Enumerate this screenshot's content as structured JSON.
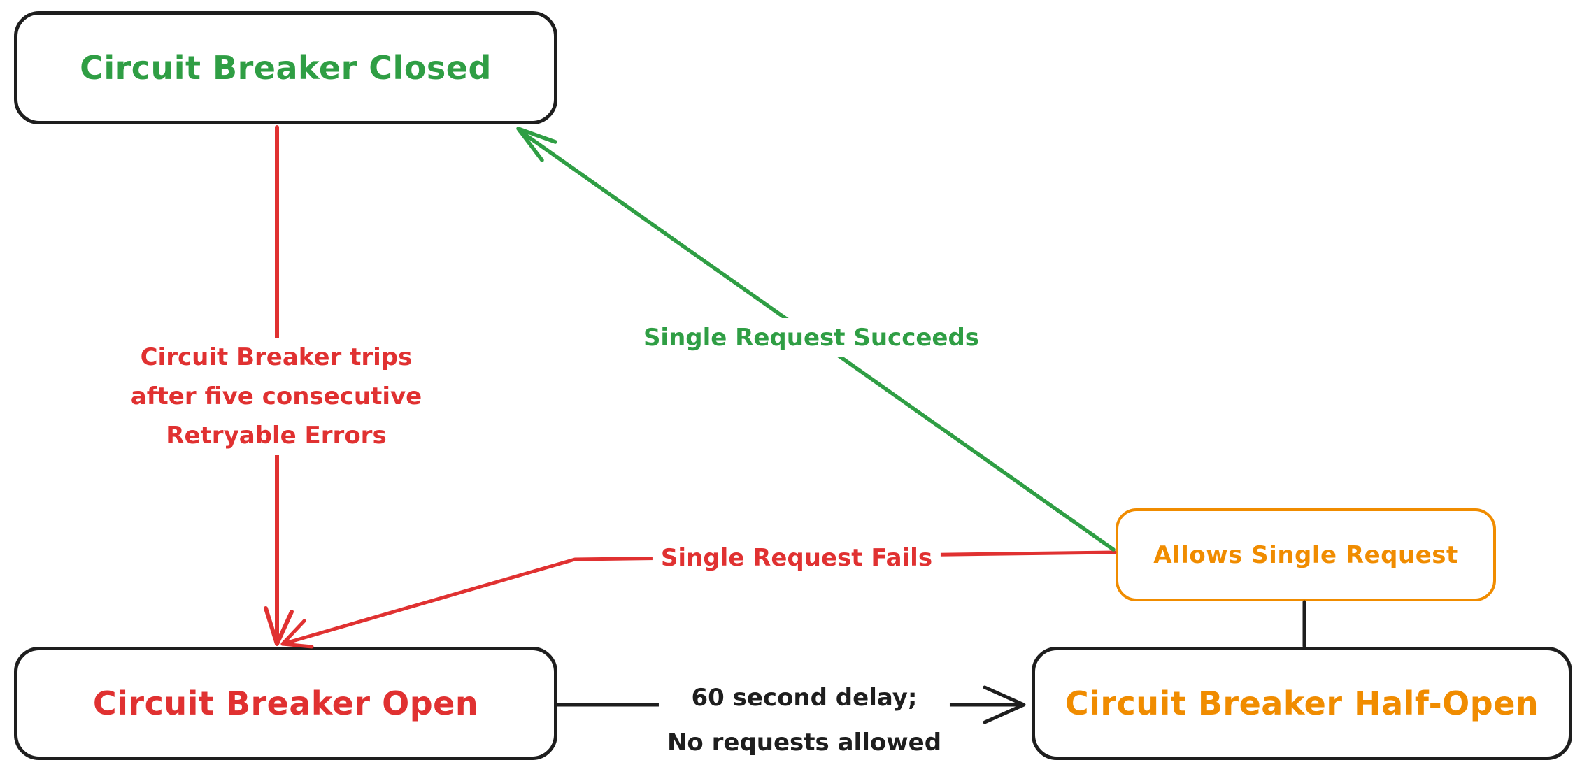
{
  "colors": {
    "green": "#2f9e44",
    "red": "#e03131",
    "orange": "#f08c00",
    "ink": "#1e1e1e",
    "background": "#ffffff"
  },
  "nodes": {
    "closed": {
      "label": "Circuit Breaker Closed"
    },
    "open": {
      "label": "Circuit Breaker Open"
    },
    "half_open": {
      "label": "Circuit Breaker Half-Open"
    },
    "allows": {
      "label": "Allows Single Request"
    }
  },
  "edges": {
    "trip": {
      "from": "closed",
      "to": "open",
      "lines": [
        "Circuit Breaker trips",
        "after five consecutive",
        "Retryable Errors"
      ]
    },
    "succeeds": {
      "from": "allows",
      "to": "closed",
      "label": "Single Request Succeeds"
    },
    "fails": {
      "from": "allows",
      "to": "open",
      "label": "Single Request Fails"
    },
    "delay": {
      "from": "open",
      "to": "half_open",
      "lines": [
        "60 second delay;",
        "No requests allowed"
      ]
    },
    "probe": {
      "from": "half_open",
      "to": "allows"
    }
  }
}
